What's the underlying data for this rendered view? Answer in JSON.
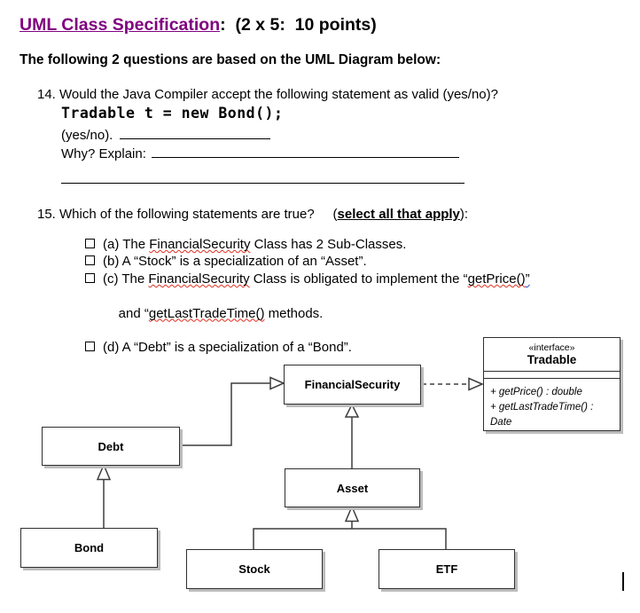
{
  "title": {
    "main": "UML Class Specification",
    "suffix": ":  (2 x 5:  10 points)"
  },
  "intro": "The following 2 questions are based on the UML Diagram below:",
  "q14": {
    "prompt": "14. Would the Java Compiler accept the following statement as valid (yes/no)?",
    "code": "Tradable t = new Bond();",
    "yesno_label": "(yes/no).",
    "why_label": "Why? Explain:"
  },
  "q15": {
    "prompt": "15. Which of the following statements are true?",
    "gap": "     ",
    "apply_open": "(",
    "apply_text": "select all that apply",
    "apply_close": "):",
    "item_a": {
      "pre": "(a) The ",
      "sq": "FinancialSecurity",
      "post": " Class has 2 Sub-Classes."
    },
    "item_b": {
      "text": "(b) A “Stock” is a specialization of an “Asset”."
    },
    "item_c": {
      "pre": "(c) The ",
      "sq1": "FinancialSecurity",
      "mid": " Class is obligated to implement the “",
      "sq2": "getPrice()",
      "quote": "”"
    },
    "item_c2": {
      "pre": "and “",
      "sq": "getLastTradeTime()",
      "post": " methods."
    },
    "item_d": {
      "text": "(d) A “Debt” is a specialization of a “Bond”."
    }
  },
  "diagram": {
    "financial_security": "FinancialSecurity",
    "tradable_stereotype": "«interface»",
    "tradable_name": "Tradable",
    "tradable_method_1": "+ getPrice() : double",
    "tradable_method_2": "+ getLastTradeTime() : Date",
    "debt": "Debt",
    "asset": "Asset",
    "bond": "Bond",
    "stock": "Stock",
    "etf": "ETF"
  },
  "colors": {
    "title_purple": "#800080",
    "spellcheck_red": "#e03020",
    "grammar_blue": "#2040d0",
    "line_gray": "#3d3d3d",
    "shadow_gray": "#bcbcbc"
  }
}
